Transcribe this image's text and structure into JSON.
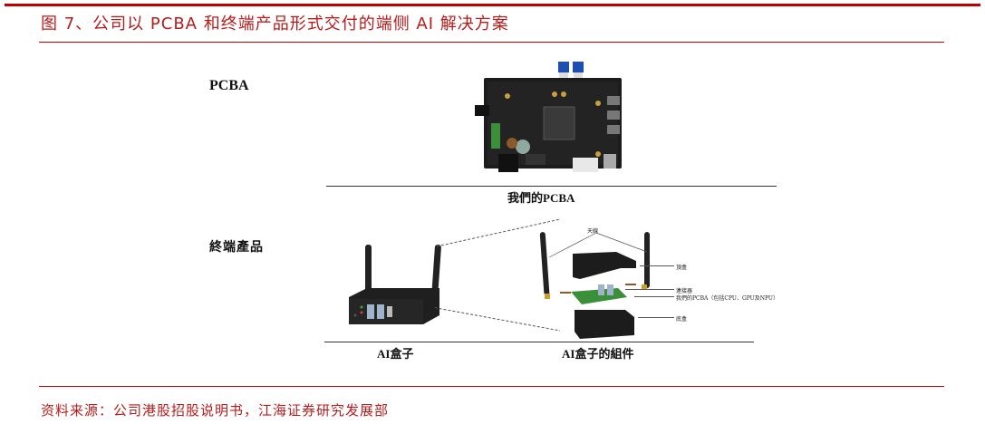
{
  "figure": {
    "title": "图 7、公司以 PCBA 和终端产品形式交付的端侧 AI 解决方案",
    "source": "资料来源：公司港股招股说明书，江海证券研究发展部",
    "accent_color": "#c00000"
  },
  "sections": {
    "pcba": {
      "label": "PCBA",
      "caption": "我們的PCBA"
    },
    "terminal": {
      "label": "終端產品",
      "product_caption": "AI盒子",
      "components_caption": "AI盒子的組件",
      "component_labels": {
        "antenna": "天線",
        "top_case": "頂盒",
        "connector": "連接器",
        "pcba": "我們的PCBA（包括CPU、GPU及NPU）",
        "bottom_case": "底盒"
      }
    }
  }
}
